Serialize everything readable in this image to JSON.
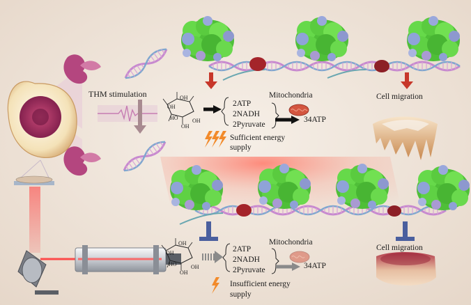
{
  "left_panel": {
    "stimulation_label": "THM stimulation"
  },
  "top_panel": {
    "products": [
      "2ATP",
      "2NADH",
      "2Pyruvate"
    ],
    "organelle_label": "Mitochondria",
    "output_label": "34ATP",
    "energy_label_line1": "Sufficient energy",
    "energy_label_line2": "supply",
    "migration_label": "Cell migration",
    "glucose_oh": [
      "OH",
      "OH",
      "HO",
      "OH",
      "OH"
    ]
  },
  "bottom_panel": {
    "products": [
      "2ATP",
      "2NADH",
      "2Pyruvate"
    ],
    "organelle_label": "Mitochondria",
    "output_label": "34ATP",
    "energy_label_line1": "Insufficient energy",
    "energy_label_line2": "supply",
    "migration_label": "Cell migration",
    "glucose_oh": [
      "OH",
      "OH",
      "HO",
      "OH",
      "OH"
    ]
  },
  "colors": {
    "background": "#efe6dc",
    "activation_arrow": "#c7372a",
    "inhibition_bar": "#4a5f9e",
    "down_arrow": "#a88a90",
    "laser": "#e43a3a",
    "protein_green": "#56d13a",
    "dna_pink": "#cf9bd1",
    "lightning": "#f28a2a"
  },
  "icons": [
    "cell-icon",
    "petri-dish-icon",
    "laser-device-icon",
    "protein-complex-icon",
    "dna-helix-icon",
    "mitochondria-icon",
    "lightning-icon",
    "migrating-cell-icon",
    "signal-wave-icon"
  ]
}
